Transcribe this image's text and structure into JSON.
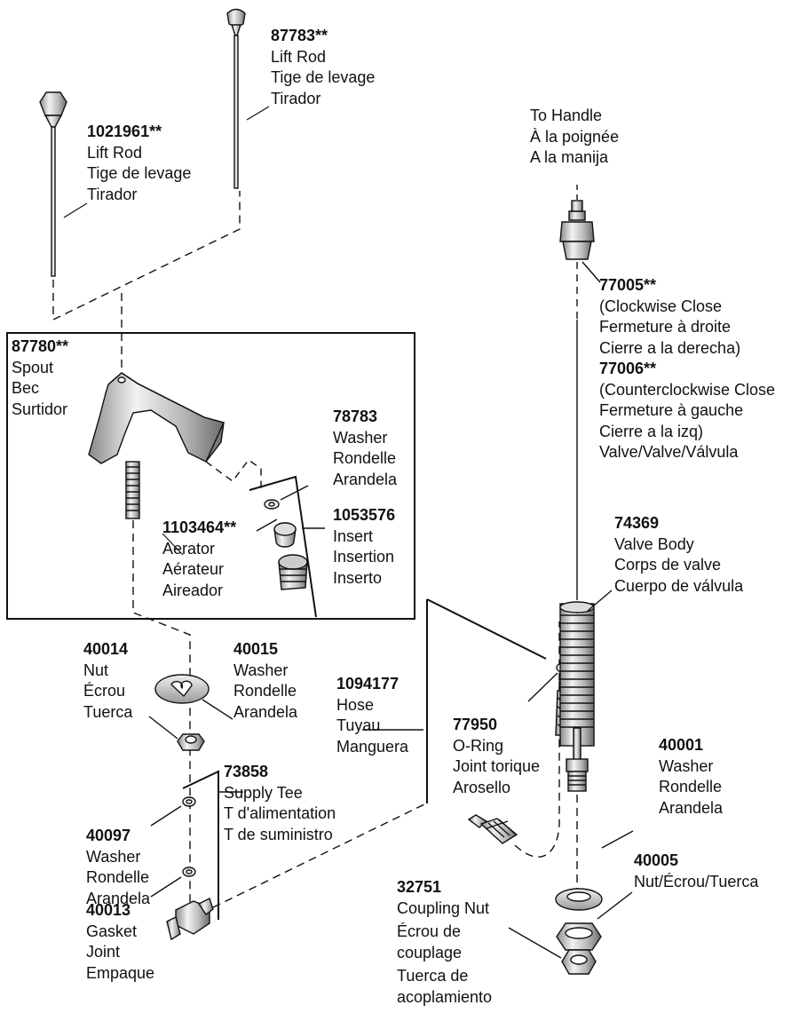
{
  "callouts": {
    "lift_rod_a": {
      "part": "87783**",
      "lines": [
        "Lift Rod",
        "Tige de levage",
        "Tirador"
      ]
    },
    "lift_rod_b": {
      "part": "1021961**",
      "lines": [
        "Lift Rod",
        "Tige de levage",
        "Tirador"
      ]
    },
    "to_handle": {
      "lines": [
        "To Handle",
        "À la poignée",
        "A la manija"
      ]
    },
    "valve": {
      "part_cw": "77005**",
      "cw_lines": [
        "(Clockwise Close",
        "Fermeture à droite",
        "Cierre a la derecha)"
      ],
      "part_ccw": "77006**",
      "ccw_lines": [
        "(Counterclockwise Close",
        "Fermeture à gauche",
        "Cierre a la izq)",
        "Valve/Valve/Válvula"
      ]
    },
    "spout": {
      "part": "87780**",
      "lines": [
        "Spout",
        "Bec",
        "Surtidor"
      ]
    },
    "washer_78783": {
      "part": "78783",
      "lines": [
        "Washer",
        "Rondelle",
        "Arandela"
      ]
    },
    "insert": {
      "part": "1053576",
      "lines": [
        "Insert",
        "Insertion",
        "Inserto"
      ]
    },
    "aerator": {
      "part": "1103464**",
      "lines": [
        "Aerator",
        "Aérateur",
        "Aireador"
      ]
    },
    "valve_body": {
      "part": "74369",
      "lines": [
        "Valve Body",
        "Corps de valve",
        "Cuerpo de válvula"
      ]
    },
    "nut_40014": {
      "part": "40014",
      "lines": [
        "Nut",
        "Écrou",
        "Tuerca"
      ]
    },
    "washer_40015": {
      "part": "40015",
      "lines": [
        "Washer",
        "Rondelle",
        "Arandela"
      ]
    },
    "hose": {
      "part": "1094177",
      "lines": [
        "Hose",
        "Tuyau",
        "Manguera"
      ]
    },
    "oring": {
      "part": "77950",
      "lines": [
        "O-Ring",
        "Joint torique",
        "Arosello"
      ]
    },
    "washer_40001": {
      "part": "40001",
      "lines": [
        "Washer",
        "Rondelle",
        "Arandela"
      ]
    },
    "supply_tee": {
      "part": "73858",
      "lines": [
        "Supply Tee",
        "T d'alimentation",
        "T de suministro"
      ]
    },
    "washer_40097": {
      "part": "40097",
      "lines": [
        "Washer",
        "Rondelle",
        "Arandela"
      ]
    },
    "nut_40005": {
      "part": "40005",
      "lines": [
        "Nut/Écrou/Tuerca"
      ]
    },
    "coupling_nut": {
      "part": "32751",
      "lines": [
        "Coupling Nut",
        "Écrou de",
        "couplage",
        "Tuerca de",
        "acoplamiento"
      ]
    },
    "gasket": {
      "part": "40013",
      "lines": [
        "Gasket",
        "Joint",
        "Empaque"
      ]
    }
  },
  "colors": {
    "ink": "#111111",
    "metal_light": "#dcdcdc",
    "metal_dark": "#7a7a7a",
    "paper": "#ffffff"
  }
}
